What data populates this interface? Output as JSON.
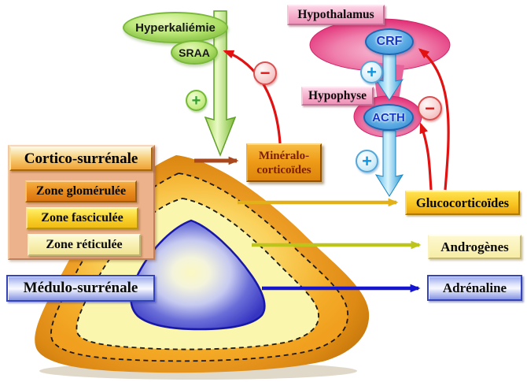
{
  "labels": {
    "hyperkaliemie": "Hyperkaliémie",
    "sraa": "SRAA",
    "hypothalamus": "Hypothalamus",
    "crf": "CRF",
    "hypophyse": "Hypophyse",
    "acth": "ACTH",
    "cortico_title": "Cortico-surrénale",
    "zone_glomerulee": "Zone glomérulée",
    "zone_fasciculee": "Zone fasciculée",
    "zone_reticulee": "Zone réticulée",
    "medullo_title": "Médulo-surrénale",
    "mineralo_line1": "Minéralo-",
    "mineralo_line2": "corticoïdes",
    "glucocorticoides": "Glucocorticoïdes",
    "androgenes": "Androgènes",
    "adrenaline": "Adrénaline"
  },
  "signs": {
    "plus": "+",
    "minus": "−"
  },
  "colors": {
    "stimulation_green": "#8cc944",
    "inhibition_red": "#e21212",
    "axis_blue": "#35a6e2",
    "pink_axis": "#e8417f",
    "cortex_orange": "#ee9f26",
    "fasciculata_gold": "#f8ce5c",
    "reticularis_cream": "#fbf6ae",
    "medulla_blue": "#3838c4",
    "gluco_arrow_gold": "#e2b018",
    "andro_arrow_olive": "#bdc41a",
    "adrenaline_arrow_blue": "#1515cf",
    "mineralo_arrow_brown": "#a8481c"
  }
}
